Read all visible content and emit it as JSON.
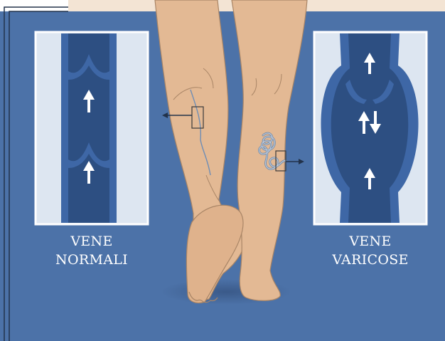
{
  "colors": {
    "background": "#4c72a8",
    "top_band": "#f3e4d4",
    "frame_line": "#22324a",
    "skin": "#e3b994",
    "skin_outline": "#a98566",
    "vein_lumen": "#2d4f82",
    "vein_wall": "#3e67a6",
    "panel_bg": "#dde6f1",
    "varicose_vein": "#7c8fa8",
    "arrow": "#ffffff"
  },
  "labels": {
    "normal": {
      "line1": "VENE",
      "line2": "NORMALI"
    },
    "varicose": {
      "line1": "VENE",
      "line2": "VARICOSE"
    }
  },
  "icons": {
    "normal_flow": [
      "arrow-up-icon",
      "arrow-up-icon"
    ],
    "varicose_flow": [
      "arrow-up-icon",
      "arrow-up-down-icon",
      "arrow-up-icon"
    ],
    "callout": [
      "arrow-left-icon",
      "arrow-right-icon"
    ]
  }
}
